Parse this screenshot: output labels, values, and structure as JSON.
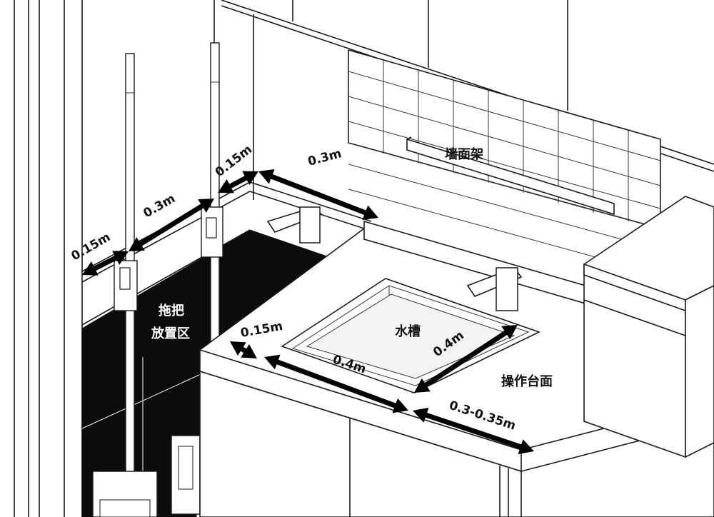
{
  "labels": {
    "dim_mop_left": "0.15m",
    "dim_mop_width": "0.3m",
    "dim_mop_right": "0.15m",
    "dim_back_counter": "0.3m",
    "dim_sink_left": "0.15m",
    "dim_sink_width": "0.4m",
    "dim_sink_depth": "0.4m",
    "dim_counter_right": "0.3-0.35m",
    "wall_shelf": "墙面架",
    "sink": "水槽",
    "work_counter": "操作台面",
    "mop_line1": "拖把",
    "mop_line2": "放置区"
  },
  "colors": {
    "line": "#1a1a1a",
    "arrow": "#000000",
    "dark_fill": "#0c0c0c",
    "background": "#ffffff"
  }
}
